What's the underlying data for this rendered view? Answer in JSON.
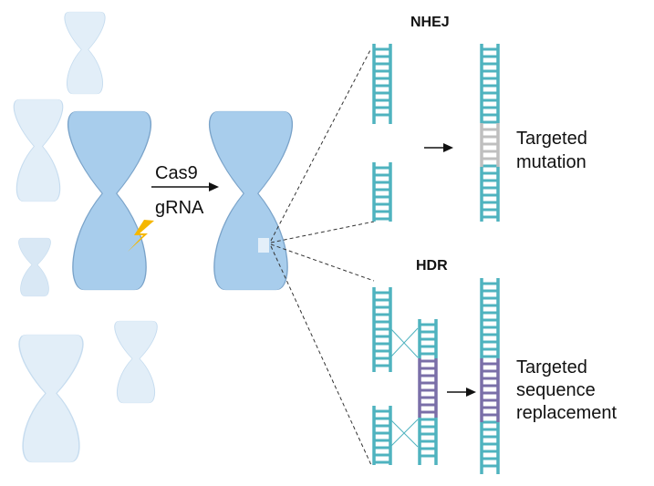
{
  "labels": {
    "enzyme": "Cas9",
    "guide": "gRNA",
    "nhej": "NHEJ",
    "hdr": "HDR",
    "nhej_outcome": [
      "Targeted",
      "mutation"
    ],
    "hdr_outcome": [
      "Targeted",
      "sequence",
      "replacement"
    ]
  },
  "icons": [
    "chromosome-icon",
    "lightning-icon",
    "dna-ladder-icon",
    "arrow-icon"
  ],
  "colors": {
    "chromosome_fill": "#a8cdec",
    "chromosome_stroke": "#7aa3c9",
    "chromosome_faded": "#e2eef8",
    "dna": "#4fb3bf",
    "insert": "#7a6fa8",
    "mutation": "#bfbfbf",
    "lightning": "#f5b700",
    "text": "#111111"
  }
}
